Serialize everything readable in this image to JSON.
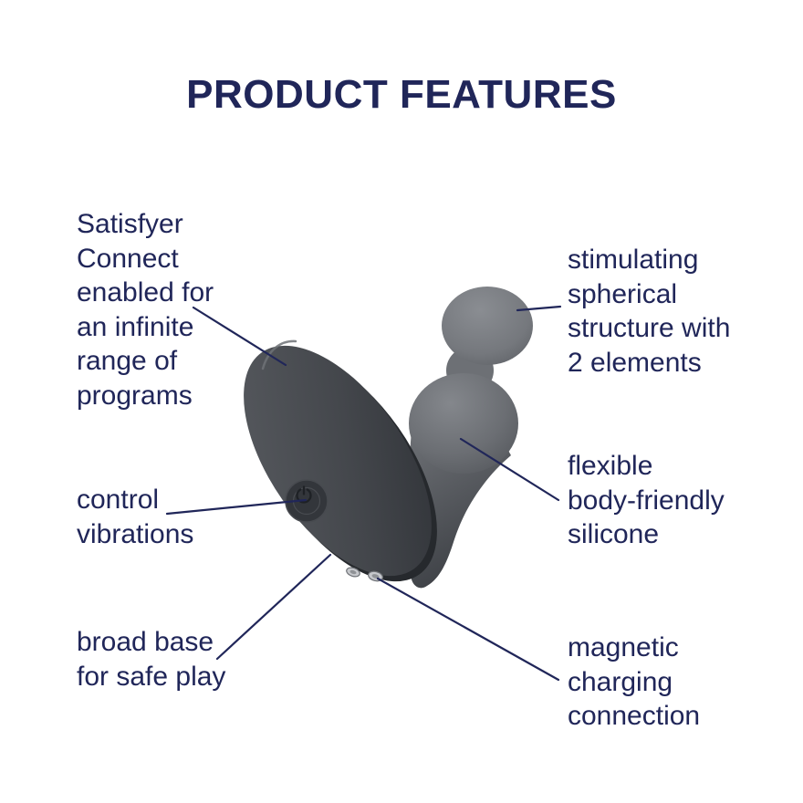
{
  "title": "PRODUCT FEATURES",
  "colors": {
    "text_navy": "#202659",
    "callout_line": "#202659",
    "background": "#ffffff",
    "product_gray_light": "#85888d",
    "product_gray_dark": "#303338"
  },
  "callouts": {
    "connect": {
      "text": "Satisfyer\nConnect\nenabled for\nan infinite\nrange of\nprograms"
    },
    "vibrations": {
      "text": "control\nvibrations"
    },
    "broad_base": {
      "text": "broad base\nfor safe play"
    },
    "spheres": {
      "text": "stimulating\nspherical\nstructure with\n2 elements"
    },
    "silicone": {
      "text": "flexible\nbody-friendly\nsilicone"
    },
    "charging": {
      "text": "magnetic\ncharging\nconnection"
    }
  },
  "product": {
    "icons": {
      "power": "power-icon",
      "contacts": "magnetic-charging-contacts"
    }
  }
}
